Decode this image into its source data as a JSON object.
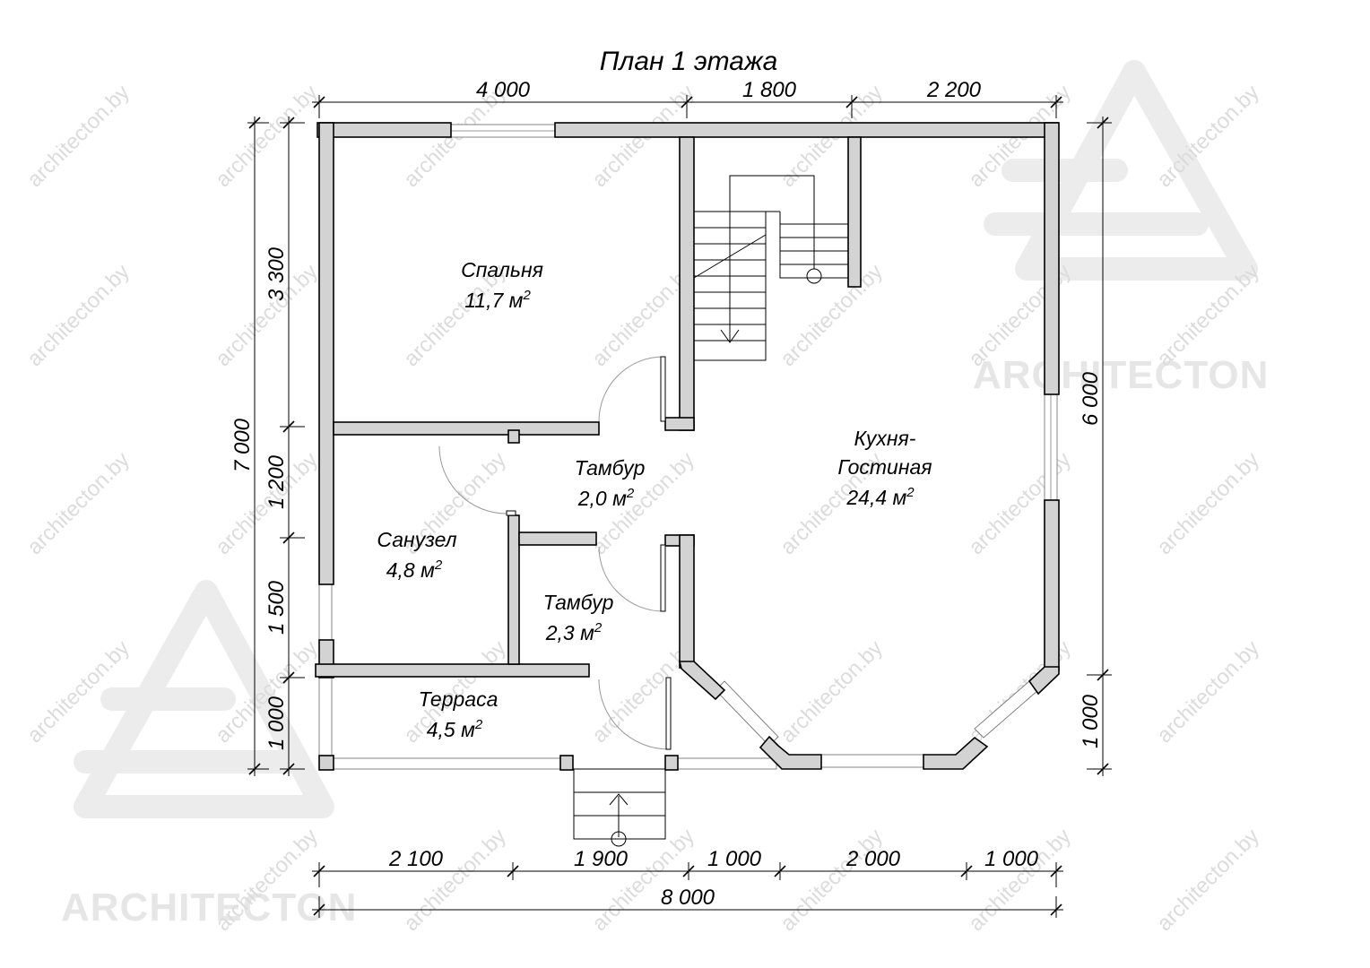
{
  "title": "План 1 этажа",
  "rooms": {
    "bedroom": {
      "name": "Спальня",
      "area": "11,7 м",
      "sup": "2"
    },
    "vestibule_upper": {
      "name": "Тамбур",
      "area": "2,0 м",
      "sup": "2"
    },
    "bathroom": {
      "name": "Санузел",
      "area": "4,8 м",
      "sup": "2"
    },
    "vestibule_lower": {
      "name": "Тамбур",
      "area": "2,3 м",
      "sup": "2"
    },
    "terrace": {
      "name": "Терраса",
      "area": "4,5 м",
      "sup": "2"
    },
    "kitchen": {
      "name_line1": "Кухня-",
      "name_line2": "Гостиная",
      "area": "24,4 м",
      "sup": "2"
    }
  },
  "dimensions": {
    "top": [
      "4 000",
      "1 800",
      "2 200"
    ],
    "bottom": [
      "2 100",
      "1 900",
      "1 000",
      "2 000",
      "1 000"
    ],
    "bottom_total": "8 000",
    "left_inner": [
      "3 300",
      "1 200",
      "1 500",
      "1 000"
    ],
    "left_total": "7 000",
    "right": [
      "6 000",
      "1 000"
    ]
  },
  "watermark": {
    "url": "architecton.by",
    "brand": "ARCHITECTON"
  },
  "colors": {
    "wall_fill": "#d3d3d3",
    "line": "#000000",
    "watermark": "#dcdcdc"
  }
}
